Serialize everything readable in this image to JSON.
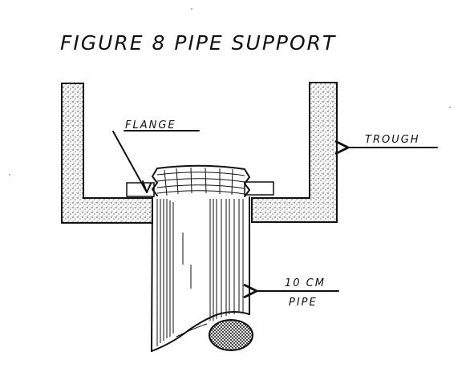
{
  "figure": {
    "title": "FIGURE 8   PIPE SUPPORT",
    "labels": {
      "flange": "FLANGE",
      "trough": "TROUGH",
      "pipe_size": "10 CM",
      "pipe": "PIPE"
    }
  }
}
